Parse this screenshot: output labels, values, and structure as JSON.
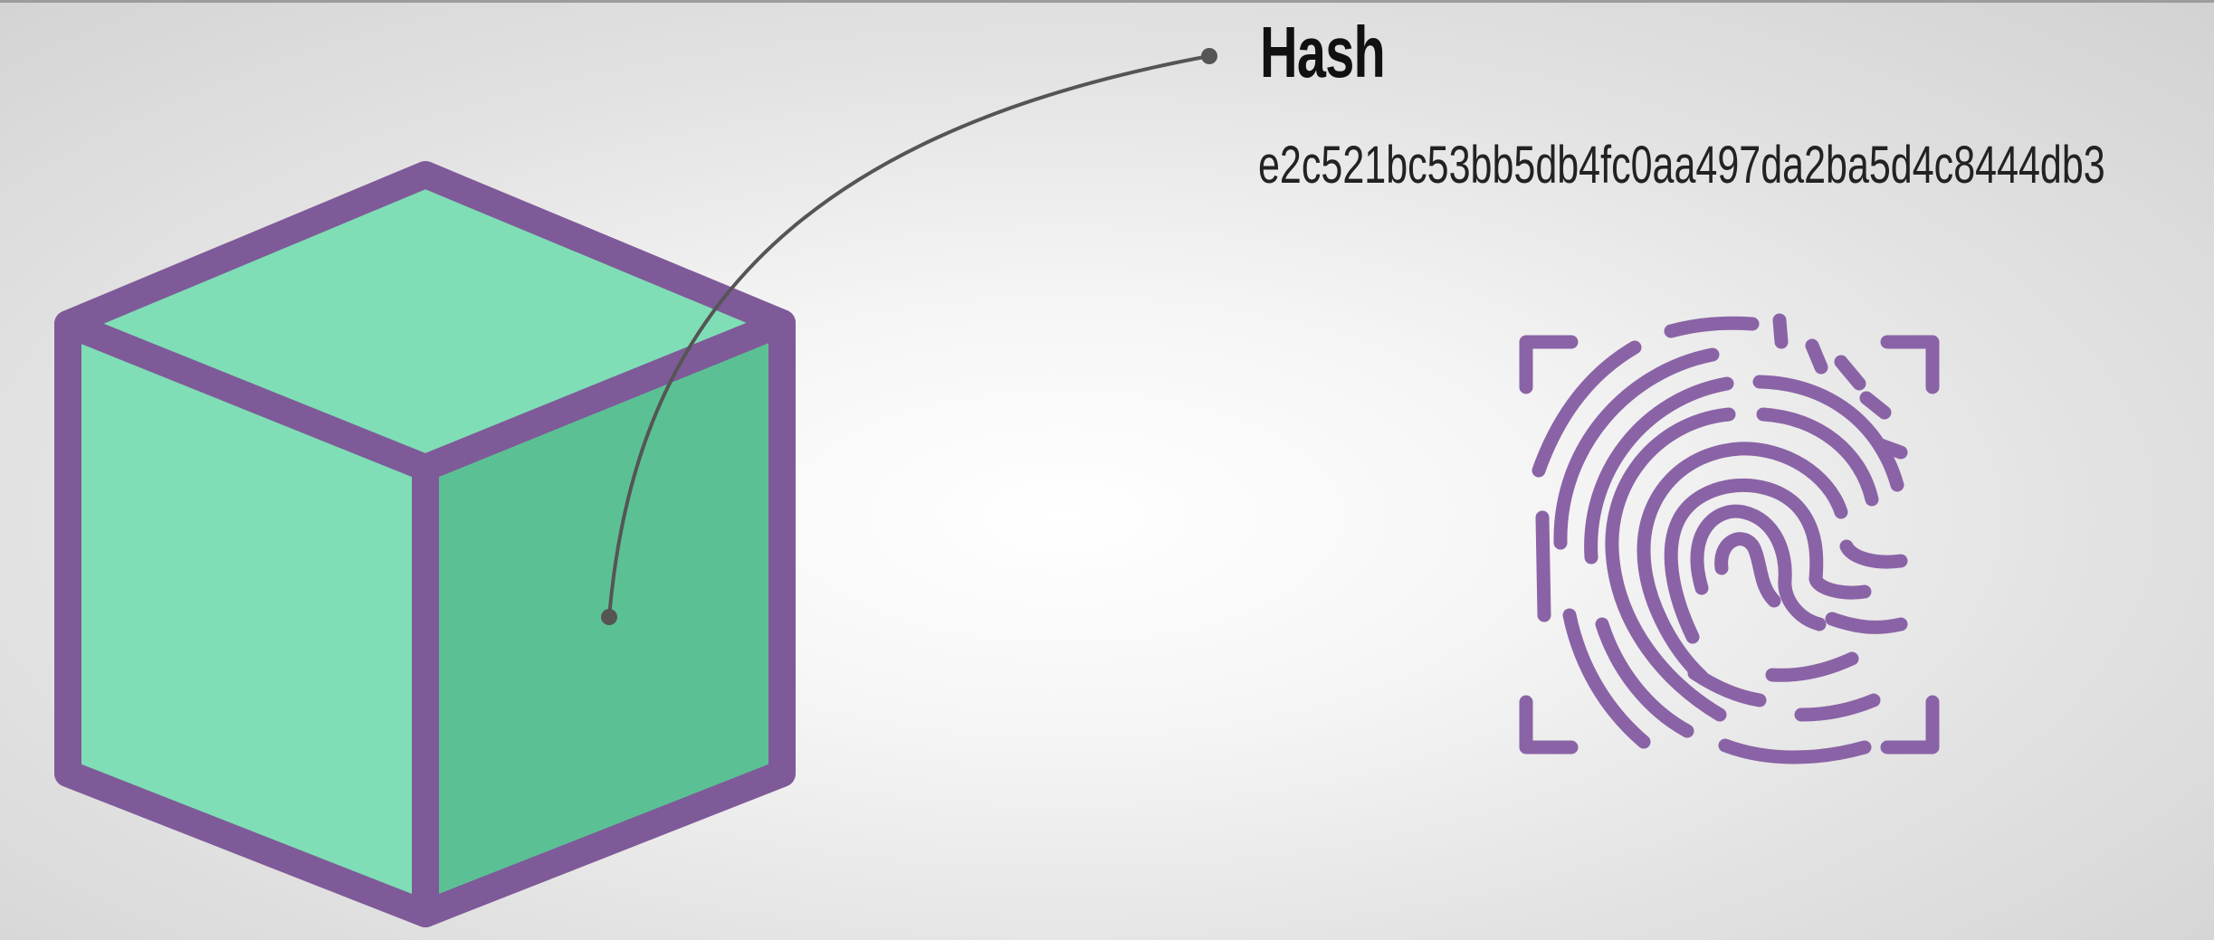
{
  "hash": {
    "title": "Hash",
    "value": "e2c521bc53bb5db4fc0aa497da2ba5d4c8444db3"
  },
  "icons": {
    "block": "cube-block-icon",
    "fingerprint": "fingerprint-icon",
    "connector": "callout-connector"
  },
  "colors": {
    "cube_outline": "#7f5a98",
    "cube_top": "#7fdeb6",
    "cube_left": "#7fdeb6",
    "cube_right": "#5bc195",
    "fingerprint": "#8a63a6",
    "connector": "#555555",
    "text": "#111111"
  }
}
